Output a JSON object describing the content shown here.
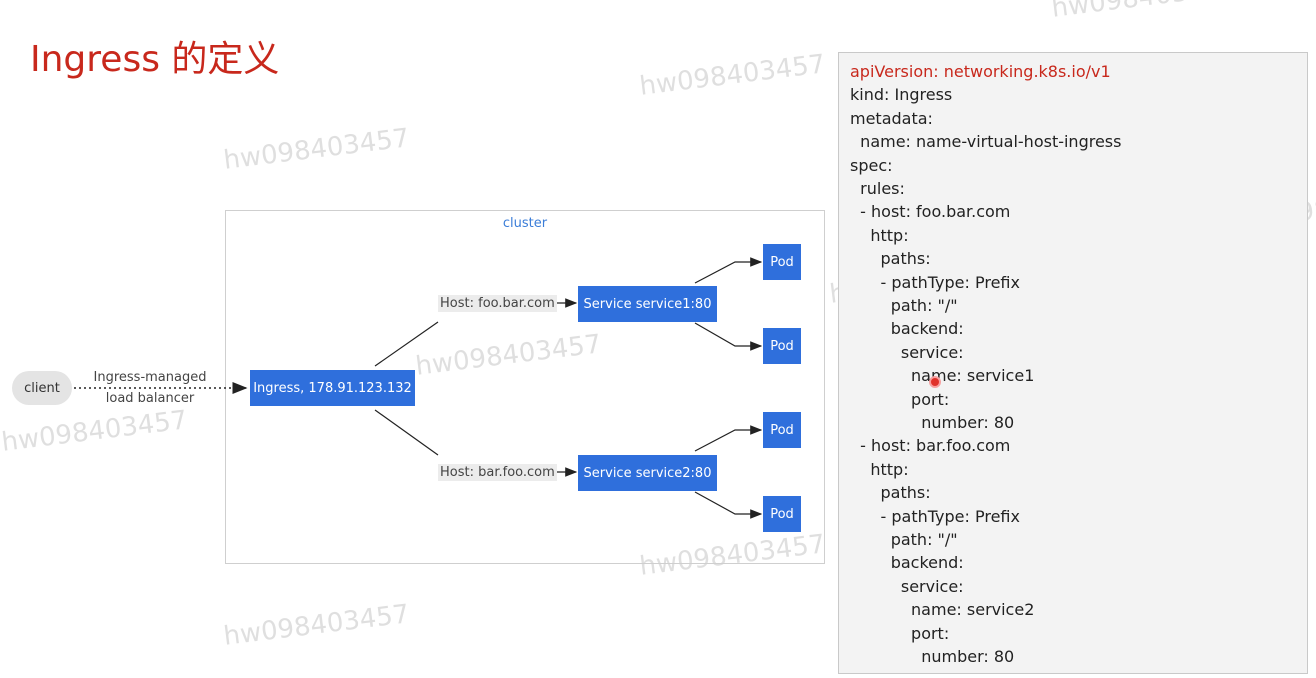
{
  "title": "Ingress 的定义",
  "watermark": "hw098403457",
  "diagram": {
    "cluster_label": "cluster",
    "client_label": "client",
    "edge_label_line1": "Ingress-managed",
    "edge_label_line2": "load balancer",
    "ingress_label": "Ingress, 178.91.123.132",
    "host1_label": "Host: foo.bar.com",
    "host2_label": "Host: bar.foo.com",
    "service1_label": "Service service1:80",
    "service2_label": "Service service2:80",
    "pod_label": "Pod"
  },
  "yaml": {
    "lines": [
      "apiVersion: networking.k8s.io/v1",
      "kind: Ingress",
      "metadata:",
      "  name: name-virtual-host-ingress",
      "spec:",
      "  rules:",
      "  - host: foo.bar.com",
      "    http:",
      "      paths:",
      "      - pathType: Prefix",
      "        path: \"/\"",
      "        backend:",
      "          service:",
      "            name: service1",
      "            port:",
      "              number: 80",
      "  - host: bar.foo.com",
      "    http:",
      "      paths:",
      "      - pathType: Prefix",
      "        path: \"/\"",
      "        backend:",
      "          service:",
      "            name: service2",
      "            port:",
      "              number: 80"
    ],
    "highlight_color": "#c8281c",
    "text_color": "#222222"
  },
  "colors": {
    "node_blue": "#2f6fdc",
    "title_red": "#c8281c"
  }
}
